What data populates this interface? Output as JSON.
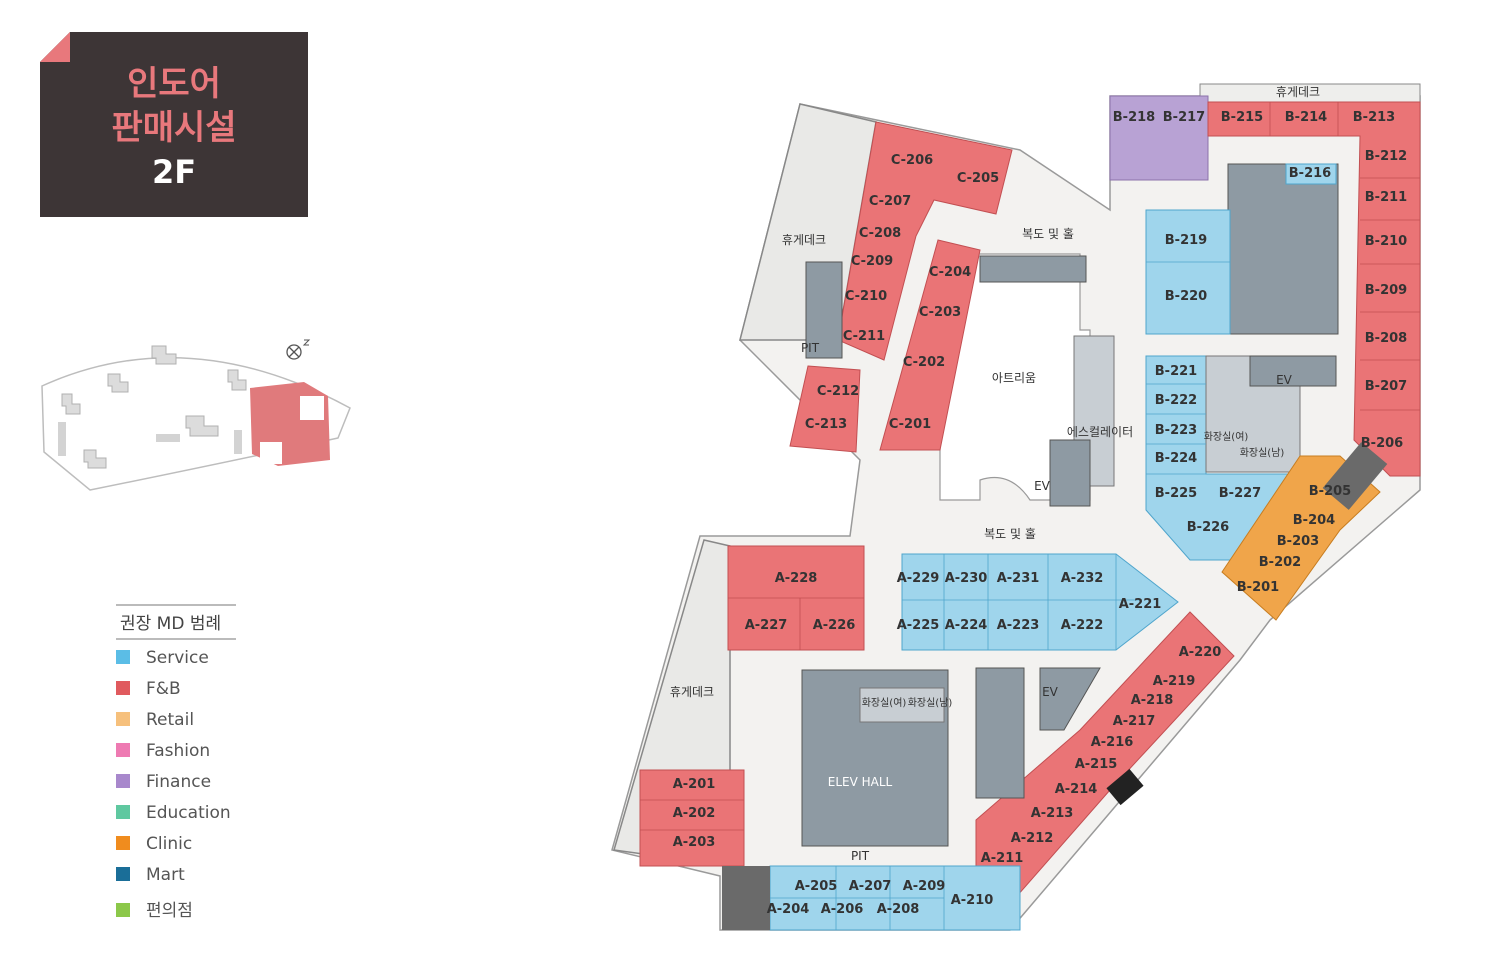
{
  "title": {
    "line1": "인도어",
    "line2": "판매시설",
    "floor": "2F"
  },
  "legend": {
    "title": "권장 MD 범례",
    "items": [
      {
        "label": "Service",
        "color": "#5bbde6"
      },
      {
        "label": "F&B",
        "color": "#e05a5e"
      },
      {
        "label": "Retail",
        "color": "#f6c07c"
      },
      {
        "label": "Fashion",
        "color": "#ee7ab2"
      },
      {
        "label": "Finance",
        "color": "#a888cc"
      },
      {
        "label": "Education",
        "color": "#5fc8a0"
      },
      {
        "label": "Clinic",
        "color": "#f08c1e"
      },
      {
        "label": "Mart",
        "color": "#1a6e98"
      },
      {
        "label": "편의점",
        "color": "#8cc84a"
      }
    ]
  },
  "colors": {
    "service": "#9fd5ec",
    "fnb": "#ea7476",
    "clinic": "#f0a54a",
    "finance": "#b8a2d4",
    "core": "#8e9aa3",
    "floor": "#f3f2f0",
    "wall": "#9a9a9a"
  },
  "map": {
    "area_labels": {
      "deck1": "휴게데크",
      "deck2": "휴게데크",
      "deck3": "휴게데크",
      "corridor1": "복도 및 홀",
      "corridor2": "복도 및 홀",
      "atrium": "아트리움",
      "escalator": "에스컬레이터",
      "ev1": "EV",
      "ev2": "EV",
      "ev3": "EV",
      "elev_hall": "ELEV HALL",
      "pit1": "PIT",
      "pit2": "PIT",
      "toilet_b1": "화장실(여)",
      "toilet_b2": "화장실(남)",
      "toilet_a1": "화장실(여)",
      "toilet_a2": "화장실(남)"
    },
    "units": {
      "C206": "C-206",
      "C205": "C-205",
      "C207": "C-207",
      "C208": "C-208",
      "C209": "C-209",
      "C210": "C-210",
      "C211": "C-211",
      "C212": "C-212",
      "C213": "C-213",
      "C204": "C-204",
      "C203": "C-203",
      "C202": "C-202",
      "C201": "C-201",
      "B218": "B-218",
      "B217": "B-217",
      "B215": "B-215",
      "B214": "B-214",
      "B213": "B-213",
      "B216": "B-216",
      "B212": "B-212",
      "B211": "B-211",
      "B210": "B-210",
      "B209": "B-209",
      "B208": "B-208",
      "B207": "B-207",
      "B206": "B-206",
      "B219": "B-219",
      "B220": "B-220",
      "B221": "B-221",
      "B222": "B-222",
      "B223": "B-223",
      "B224": "B-224",
      "B225": "B-225",
      "B226": "B-226",
      "B227": "B-227",
      "B205": "B-205",
      "B204": "B-204",
      "B203": "B-203",
      "B202": "B-202",
      "B201": "B-201",
      "A228": "A-228",
      "A227": "A-227",
      "A226": "A-226",
      "A229": "A-229",
      "A230": "A-230",
      "A231": "A-231",
      "A232": "A-232",
      "A221": "A-221",
      "A225": "A-225",
      "A224": "A-224",
      "A223": "A-223",
      "A222": "A-222",
      "A220": "A-220",
      "A219": "A-219",
      "A218": "A-218",
      "A217": "A-217",
      "A216": "A-216",
      "A215": "A-215",
      "A214": "A-214",
      "A213": "A-213",
      "A212": "A-212",
      "A211": "A-211",
      "A201": "A-201",
      "A202": "A-202",
      "A203": "A-203",
      "A205": "A-205",
      "A207": "A-207",
      "A209": "A-209",
      "A210": "A-210",
      "A204": "A-204",
      "A206": "A-206",
      "A208": "A-208"
    }
  }
}
